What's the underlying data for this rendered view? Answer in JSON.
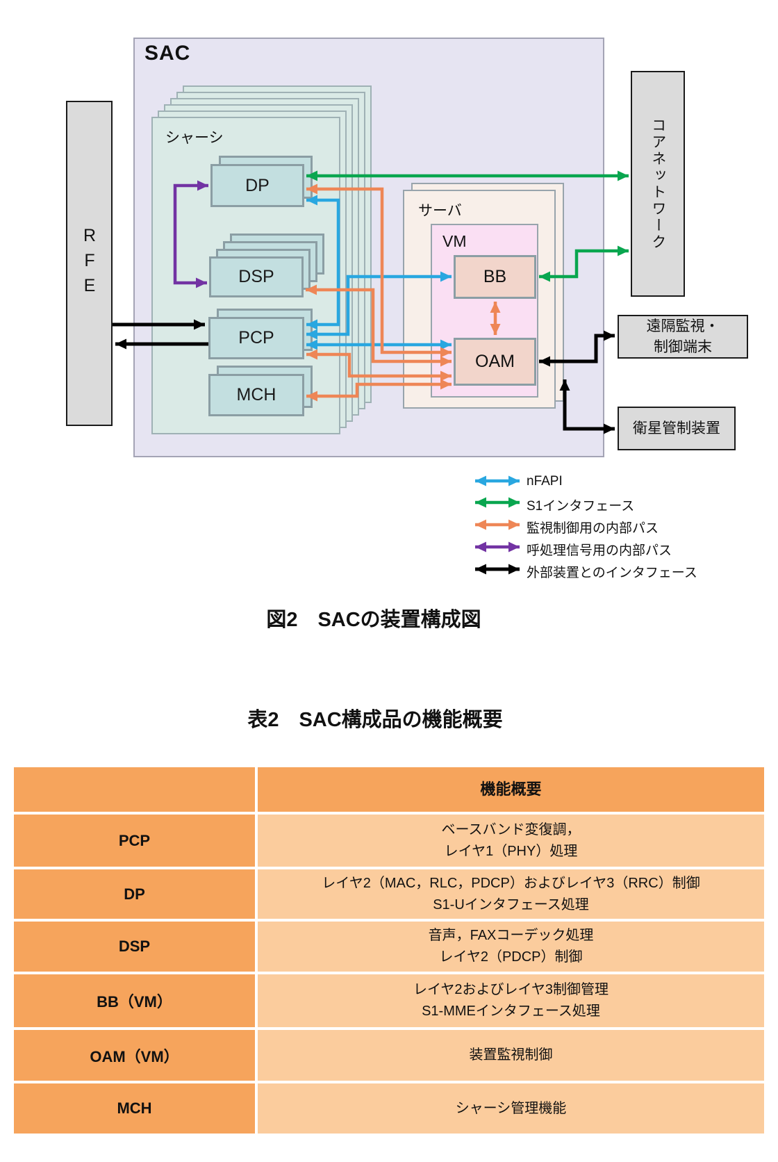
{
  "diagram": {
    "sac_label": "SAC",
    "rfe_label": "RFE",
    "chassis_label": "シャーシ",
    "dp_label": "DP",
    "dsp_label": "DSP",
    "pcp_label": "PCP",
    "mch_label": "MCH",
    "server_label": "サーバ",
    "vm_label": "VM",
    "bb_label": "BB",
    "oam_label": "OAM",
    "core_network_label": "コアネットワーク",
    "remote_terminal_label": "遠隔監視・\n制御端末",
    "satellite_control_label": "衛星管制装置",
    "legend": [
      {
        "label": "nFAPI",
        "color": "#29a7e0"
      },
      {
        "label": "S1インタフェース",
        "color": "#09a64f"
      },
      {
        "label": "監視制御用の内部パス",
        "color": "#ee8656"
      },
      {
        "label": "呼処理信号用の内部パス",
        "color": "#7233a3"
      },
      {
        "label": "外部装置とのインタフェース",
        "color": "#000000"
      }
    ],
    "caption": "図2　SACの装置構成図"
  },
  "table": {
    "title": "表2　SAC構成品の機能概要",
    "header_component": "",
    "header_function": "機能概要",
    "rows": [
      {
        "name": "PCP",
        "desc": "ベースバンド変復調，\nレイヤ1（PHY）処理"
      },
      {
        "name": "DP",
        "desc": "レイヤ2（MAC，RLC，PDCP）およびレイヤ3（RRC）制御\nS1-Uインタフェース処理"
      },
      {
        "name": "DSP",
        "desc": "音声，FAXコーデック処理\nレイヤ2（PDCP）制御"
      },
      {
        "name": "BB（VM）",
        "desc": "レイヤ2およびレイヤ3制御管理\nS1-MMEインタフェース処理"
      },
      {
        "name": "OAM（VM）",
        "desc": "装置監視制御"
      },
      {
        "name": "MCH",
        "desc": "シャーシ管理機能"
      }
    ]
  }
}
